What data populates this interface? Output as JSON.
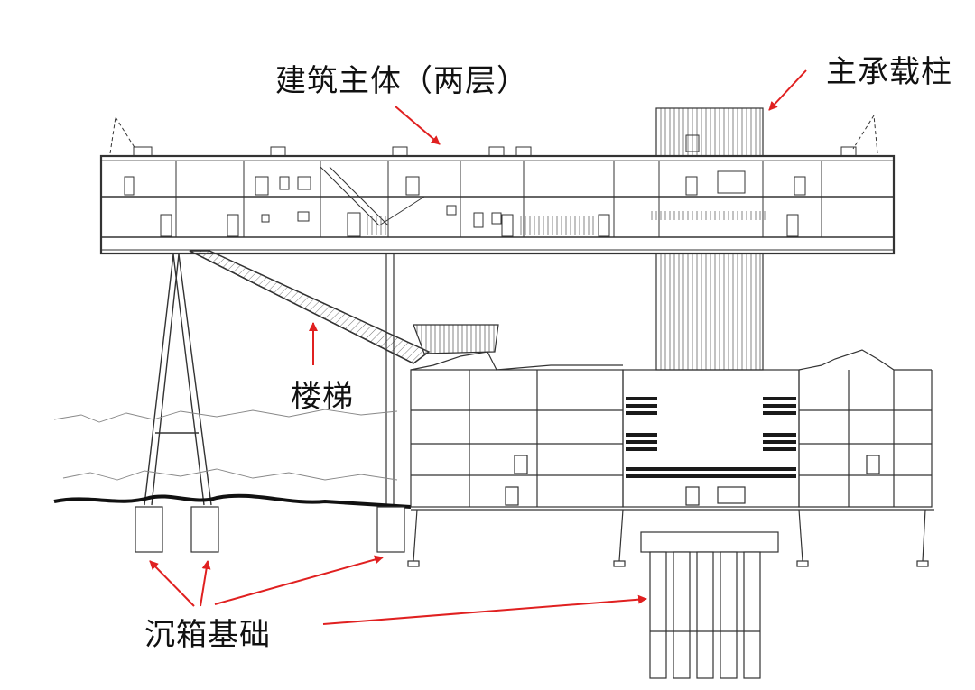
{
  "labels": {
    "main_building": "建筑主体（两层）",
    "main_column": "主承载柱",
    "stair": "楼梯",
    "caisson": "沉箱基础"
  },
  "colors": {
    "annotation_arrow": "#e02020",
    "drawing_line": "#333333",
    "dark_fill": "#1a1a1a",
    "background": "#ffffff"
  }
}
